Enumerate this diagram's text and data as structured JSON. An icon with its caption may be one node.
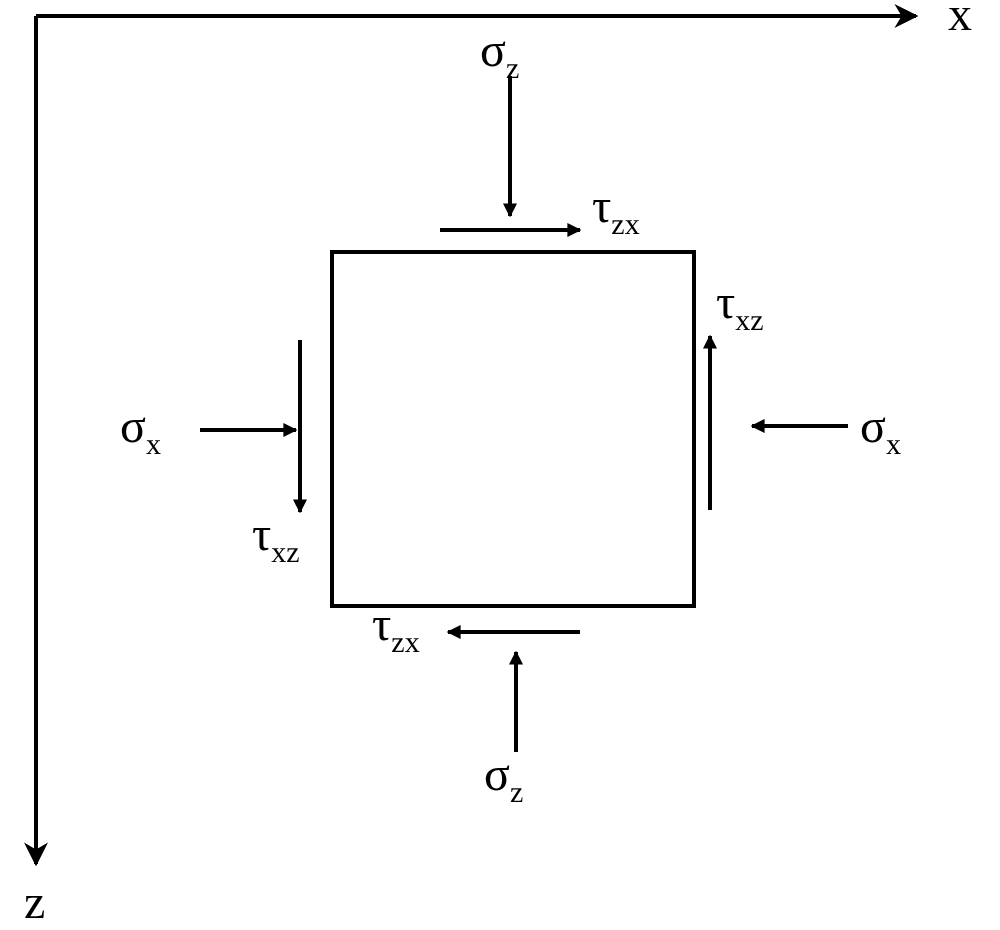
{
  "diagram": {
    "nodes": [
      {
        "text": [],
        "shape": "box"
      }
    ],
    "labels": [
      "x",
      "σ$_{z}$",
      "τ$_{zx}$",
      "τ$_{xz}$",
      "σ$_{x}$",
      "σ$_{x}$",
      "τ$_{xz}$",
      "τ$_{zx}$",
      "σ$_{z}$",
      "z"
    ]
  }
}
